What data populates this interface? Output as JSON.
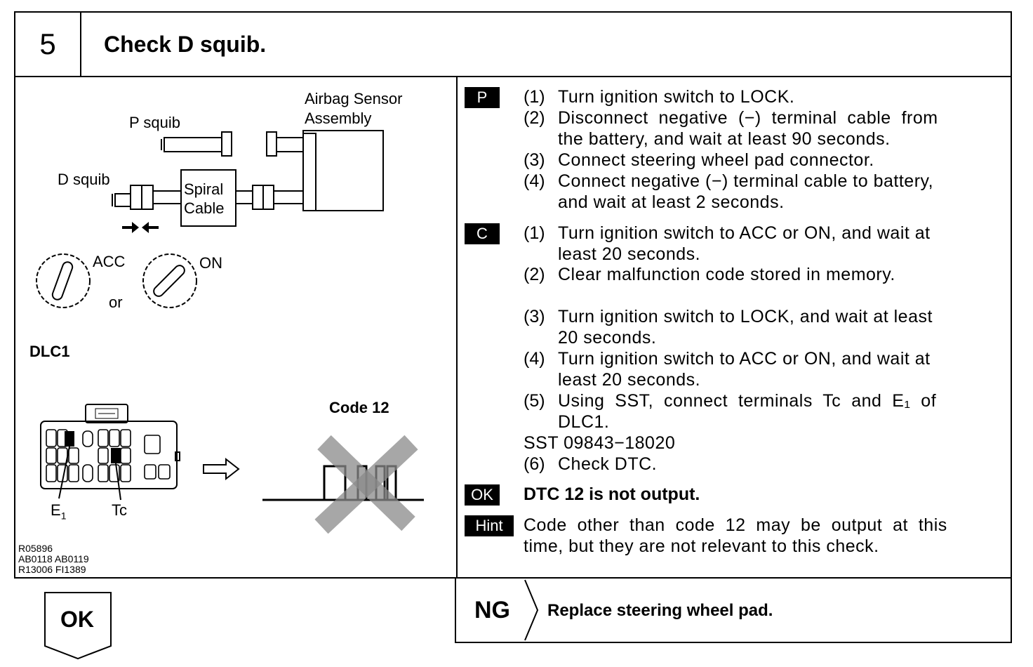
{
  "header": {
    "step_number": "5",
    "title": "Check D squib."
  },
  "diagram": {
    "airbag_sensor_line1": "Airbag Sensor",
    "airbag_sensor_line2": "Assembly",
    "p_squib": "P squib",
    "d_squib": "D squib",
    "spiral_line1": "Spiral",
    "spiral_line2": "Cable",
    "acc": "ACC",
    "or": "or",
    "on": "ON",
    "dlc1": "DLC1",
    "code12": "Code 12",
    "e1": "E",
    "e1_sub": "1",
    "tc": "Tc",
    "refs": [
      "R05896",
      "AB0118 AB0119",
      "R13006 FI1389"
    ]
  },
  "procedure": {
    "p_tag": "P",
    "p_steps": [
      {
        "n": "(1)",
        "lines": [
          "Turn ignition switch to LOCK."
        ]
      },
      {
        "n": "(2)",
        "lines": [
          "Disconnect  negative  (−)  terminal  cable  from",
          "the battery, and wait at least 90 seconds."
        ]
      },
      {
        "n": "(3)",
        "lines": [
          "Connect steering wheel pad connector."
        ]
      },
      {
        "n": "(4)",
        "lines": [
          "Connect negative (−) terminal cable to battery,",
          "and wait at least 2 seconds."
        ]
      }
    ],
    "c_tag": "C",
    "c_steps": [
      {
        "n": "(1)",
        "lines": [
          "Turn ignition switch to ACC or ON, and wait at",
          "least 20 seconds."
        ]
      },
      {
        "n": "(2)",
        "lines": [
          "Clear malfunction code stored in memory."
        ]
      },
      {
        "n": "(3)",
        "lines": [
          "Turn ignition switch to LOCK, and wait at least",
          "20 seconds."
        ]
      },
      {
        "n": "(4)",
        "lines": [
          "Turn ignition switch to ACC or ON, and wait at",
          "least 20 seconds."
        ]
      },
      {
        "n": "(5)",
        "lines": [
          "Using  SST,  connect  terminals  Tc  and  E₁  of",
          "DLC1."
        ]
      }
    ],
    "sst": "SST 09843−18020",
    "step6": {
      "n": "(6)",
      "text": "Check DTC."
    },
    "ok_tag": "OK",
    "ok_text": "DTC 12 is not output.",
    "hint_tag": "Hint",
    "hint_lines": [
      "Code  other  than  code  12  may  be  output  at  this",
      "time, but they are not relevant to this check."
    ]
  },
  "footer": {
    "ok_label": "OK",
    "ng_label": "NG",
    "ng_action": "Replace steering wheel pad."
  }
}
